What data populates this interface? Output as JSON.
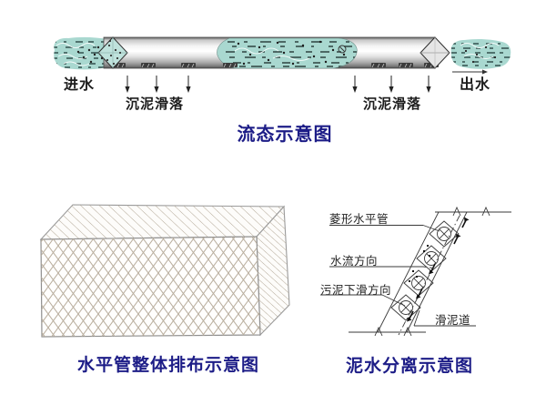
{
  "flow_diagram": {
    "title": "流态示意图",
    "inlet_label": "进水",
    "outlet_label": "出水",
    "sediment_left": "沉泥滑落",
    "sediment_right": "沉泥滑落"
  },
  "pipe_array_diagram": {
    "title": "水平管整体排布示意图"
  },
  "separation_diagram": {
    "title": "泥水分离示意图",
    "diamond_pipe_label": "菱形水平管",
    "water_flow_label": "水流方向",
    "sludge_slide_label": "污泥下滑方向",
    "mud_channel_label": "滑泥道"
  },
  "colors": {
    "title_navy": "#1d1d87",
    "water_teal": "#a9d8d0",
    "streak_slate": "#33514d",
    "line_dark": "#333333",
    "mesh_tan": "#b9ae9e",
    "pipe_gray_light": "#f5f5f5",
    "pipe_gray_dark": "#4a4a4a"
  }
}
